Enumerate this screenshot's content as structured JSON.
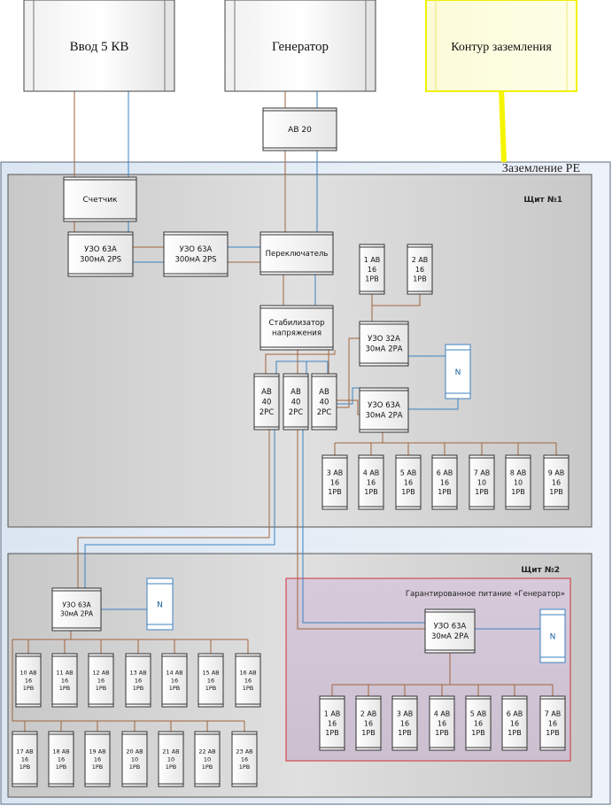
{
  "sources": {
    "input": "Ввод  5 КВ",
    "generator": "Генератор",
    "ground_loop": "Контур заземления"
  },
  "gen_breaker": "АВ 20",
  "pe_label": "Заземление РЕ",
  "panel1": {
    "title": "Щит №1",
    "meter": "Счетчик",
    "rcd_a": [
      "УЗО 63А",
      "300мА 2PS"
    ],
    "rcd_b": [
      "УЗО 63А",
      "300мА 2PS"
    ],
    "switch": "Переключатель",
    "stabilizer": [
      "Стабилизатор",
      "напряжения"
    ],
    "main_breakers": [
      [
        "АВ",
        "40",
        "2PC"
      ],
      [
        "АВ",
        "40",
        "2PC"
      ],
      [
        "АВ",
        "40",
        "2PC"
      ]
    ],
    "rcd_32": [
      "УЗО 32А",
      "30мА 2РА"
    ],
    "rcd_63": [
      "УЗО 63А",
      "30мА 2РА"
    ],
    "neutral": "N",
    "top_breakers": [
      [
        "1 АВ",
        "16",
        "1РВ"
      ],
      [
        "2 АВ",
        "16",
        "1РВ"
      ]
    ],
    "breakers": [
      [
        "3 АВ",
        "16",
        "1РВ"
      ],
      [
        "4 АВ",
        "16",
        "1РВ"
      ],
      [
        "5 АВ",
        "16",
        "1РВ"
      ],
      [
        "6 АВ",
        "16",
        "1РВ"
      ],
      [
        "7 АВ",
        "10",
        "1РВ"
      ],
      [
        "8 АВ",
        "10",
        "1РВ"
      ],
      [
        "9 АВ",
        "16",
        "1РВ"
      ]
    ]
  },
  "panel2": {
    "title": "Щит №2",
    "rcd": [
      "УЗО 63А",
      "30мА 2РА"
    ],
    "neutral": "N",
    "row1": [
      [
        "10 АВ",
        "16",
        "1РВ"
      ],
      [
        "11 АВ",
        "16",
        "1РВ"
      ],
      [
        "12 АВ",
        "16",
        "1РВ"
      ],
      [
        "13 АВ",
        "16",
        "1РВ"
      ],
      [
        "14 АВ",
        "16",
        "1РВ"
      ],
      [
        "15 АВ",
        "16",
        "1РВ"
      ],
      [
        "16 АВ",
        "16",
        "1РВ"
      ]
    ],
    "row2": [
      [
        "17 АВ",
        "16",
        "1РВ"
      ],
      [
        "18 АВ",
        "16",
        "1РВ"
      ],
      [
        "19 АВ",
        "16",
        "1РВ"
      ],
      [
        "20 АВ",
        "10",
        "1РВ"
      ],
      [
        "21 АВ",
        "10",
        "1РВ"
      ],
      [
        "22 АВ",
        "10",
        "1РВ"
      ],
      [
        "23 АВ",
        "16",
        "1РВ"
      ]
    ]
  },
  "guaranteed": {
    "title": "Гарантированное питание «Генератор»",
    "rcd": [
      "УЗО 63А",
      "30мА 2РА"
    ],
    "neutral": "N",
    "breakers": [
      [
        "1 АВ",
        "16",
        "1РВ"
      ],
      [
        "2 АВ",
        "16",
        "1РВ"
      ],
      [
        "3 АВ",
        "16",
        "1РВ"
      ],
      [
        "4 АВ",
        "16",
        "1РВ"
      ],
      [
        "5 АВ",
        "16",
        "1РВ"
      ],
      [
        "6 АВ",
        "16",
        "1РВ"
      ],
      [
        "7 АВ",
        "16",
        "1РВ"
      ]
    ]
  },
  "colors": {
    "phase": "#a0643c",
    "neutral": "#3c82c0",
    "ground": "#f5f500",
    "guaranteed_border": "#d43030",
    "guaranteed_fill": "#d8c8dc"
  }
}
